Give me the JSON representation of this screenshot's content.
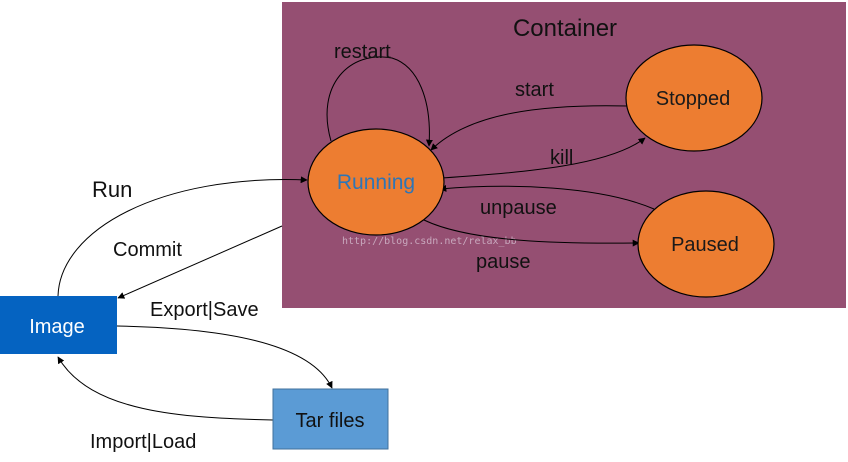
{
  "diagram": {
    "container": {
      "title": "Container",
      "fill": "#954f72"
    },
    "states": {
      "running": {
        "label": "Running",
        "text_color": "#2e75b6"
      },
      "stopped": {
        "label": "Stopped"
      },
      "paused": {
        "label": "Paused"
      },
      "fill": "#ed7d31",
      "text_color": "#1a1a1a"
    },
    "boxes": {
      "image": {
        "label": "Image",
        "fill": "#0563c1"
      },
      "tar_files": {
        "label": "Tar files",
        "fill": "#5b9bd5"
      }
    },
    "edges": {
      "restart": "restart",
      "start": "start",
      "kill": "kill",
      "unpause": "unpause",
      "pause": "pause",
      "run": "Run",
      "commit": "Commit",
      "export_save": "Export|Save",
      "import_load": "Import|Load"
    },
    "watermark": "http://blog.csdn.net/relax_bb"
  }
}
